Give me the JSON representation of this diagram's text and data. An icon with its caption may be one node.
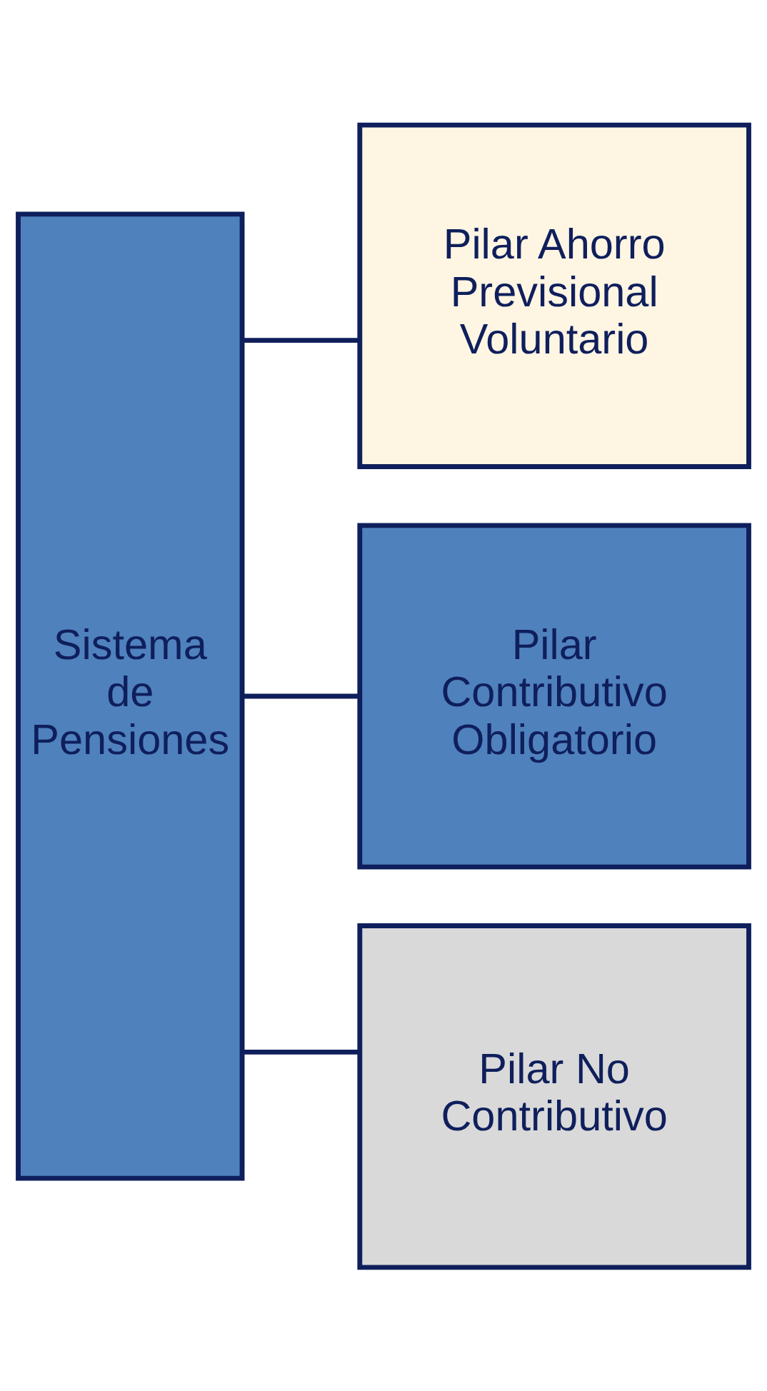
{
  "diagram": {
    "nodes": [
      {
        "text": [
          "Sistema de Pensiones"
        ]
      },
      {
        "text": [
          "Pilar Ahorro Previsional Voluntario"
        ]
      },
      {
        "text": [
          "Pilar Contributivo Obligatorio"
        ]
      },
      {
        "text": [
          "Pilar No Contributivo"
        ]
      }
    ],
    "edges": [
      {
        "from": 0,
        "to": 1,
        "arrow": "none"
      },
      {
        "from": 0,
        "to": 2,
        "arrow": "none"
      },
      {
        "from": 0,
        "to": 3,
        "arrow": "none"
      }
    ]
  }
}
